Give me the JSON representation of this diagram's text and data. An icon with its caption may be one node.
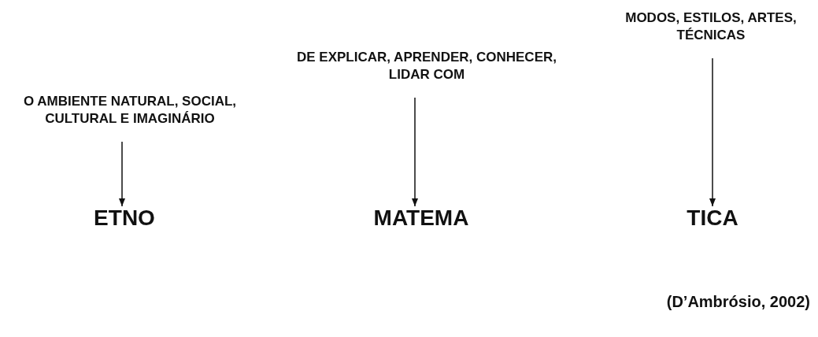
{
  "diagram": {
    "nodes": [
      {
        "text": [
          "O AMBIENTE NATURAL, SOCIAL, CULTURAL E IMAGINÁRIO"
        ]
      },
      {
        "text": [
          "ETNO"
        ]
      },
      {
        "text": [
          "DE EXPLICAR, APRENDER, CONHECER, LIDAR COM"
        ]
      },
      {
        "text": [
          "MATEMA"
        ]
      },
      {
        "text": [
          "MODOS, ESTILOS, ARTES, TÉCNICAS"
        ]
      },
      {
        "text": [
          "TICA"
        ]
      }
    ],
    "edges": [
      {
        "from": 0,
        "to": 1,
        "arrow": "to"
      },
      {
        "from": 2,
        "to": 3,
        "arrow": "to"
      },
      {
        "from": 4,
        "to": 5,
        "arrow": "to"
      }
    ],
    "labels": [
      "(D’Ambrósio, 2002)"
    ]
  }
}
